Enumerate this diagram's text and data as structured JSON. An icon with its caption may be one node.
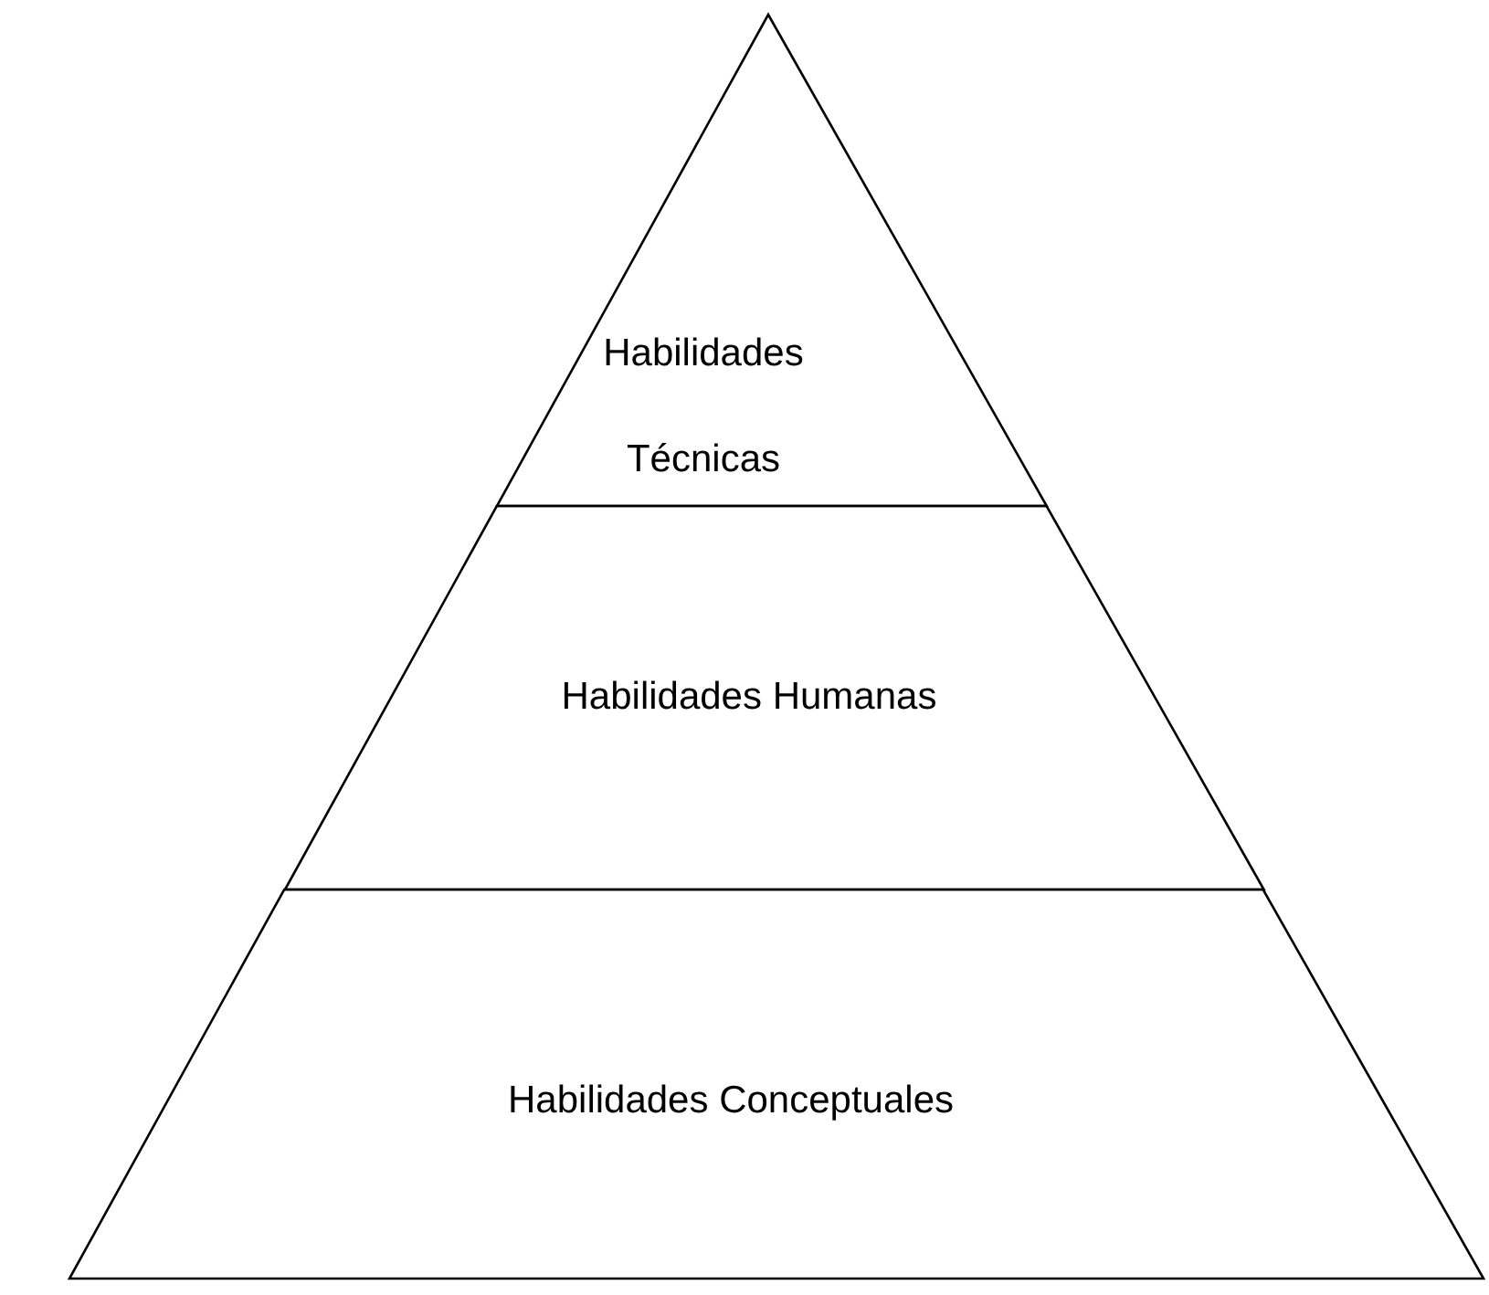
{
  "diagram": {
    "nodes": [
      {
        "text": [
          "Habilidades Técnicas"
        ]
      },
      {
        "text": [
          "Habilidades Humanas"
        ]
      },
      {
        "text": [
          "Habilidades Conceptuales"
        ]
      }
    ]
  }
}
